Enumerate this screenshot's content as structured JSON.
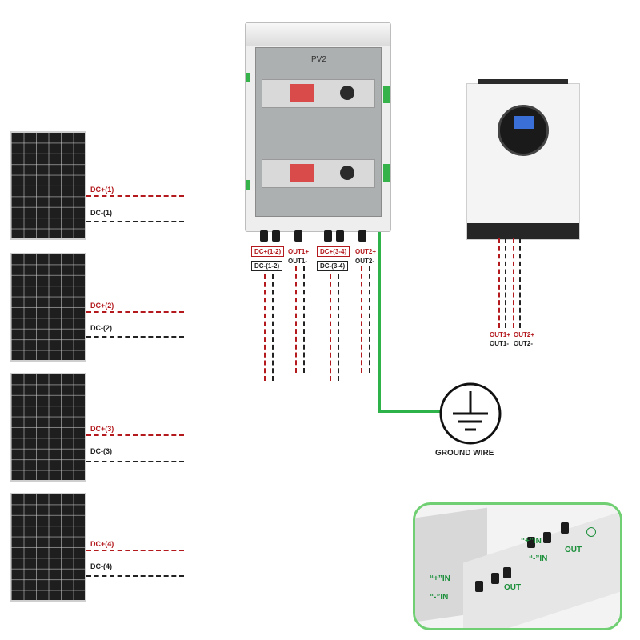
{
  "combiner_box": {
    "label": "PV2"
  },
  "panels": [
    {
      "pos": "DC+(1)",
      "neg": "DC-(1)"
    },
    {
      "pos": "DC+(2)",
      "neg": "DC-(2)"
    },
    {
      "pos": "DC+(3)",
      "neg": "DC-(3)"
    },
    {
      "pos": "DC+(4)",
      "neg": "DC-(4)"
    }
  ],
  "box_outputs": {
    "in1_pos": "DC+(1-2)",
    "in1_neg": "DC-(1-2)",
    "out1_pos": "OUT1+",
    "out1_neg": "OUT1-",
    "in2_pos": "DC+(3-4)",
    "in2_neg": "DC-(3-4)",
    "out2_pos": "OUT2+",
    "out2_neg": "OUT2-"
  },
  "inverter_inputs": {
    "out1_pos": "OUT1+",
    "out2_pos": "OUT2+",
    "out1_neg": "OUT1-",
    "out2_neg": "OUT2-"
  },
  "ground": {
    "label": "GROUND WIRE"
  },
  "zoom": {
    "in_pos": "“+”IN",
    "in_neg": "“-”IN",
    "out1": "OUT",
    "in_pos2": "“+”IN",
    "in_neg2": "“-”IN",
    "out2": "OUT"
  },
  "colors": {
    "positive": "#b3191d",
    "negative": "#222222",
    "ground": "#2eb34a"
  }
}
